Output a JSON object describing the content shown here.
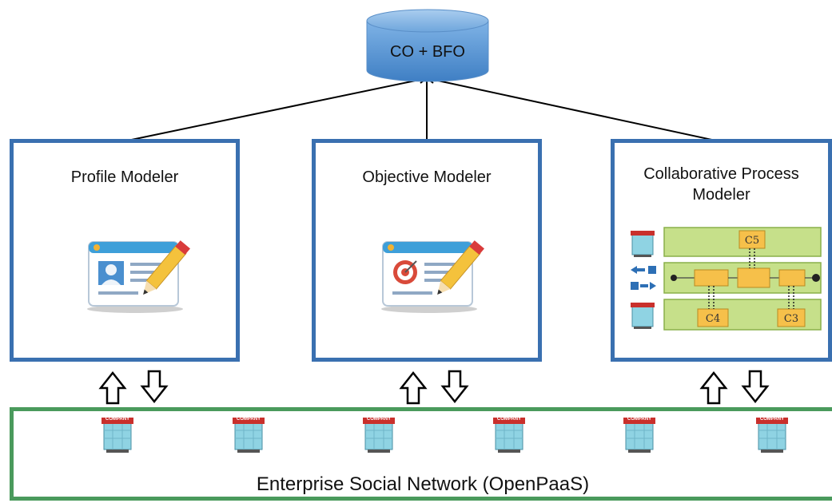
{
  "database": {
    "label": "CO + BFO"
  },
  "modelers": [
    {
      "title": "Profile Modeler"
    },
    {
      "title": "Objective Modeler"
    },
    {
      "title": "Collaborative Process Modeler"
    }
  ],
  "process_diagram": {
    "top_lane_box": "C5",
    "bottom_lane_boxes": [
      "C4",
      "C3"
    ]
  },
  "network": {
    "label": "Enterprise Social Network (OpenPaaS)",
    "building_label": "COMPANY"
  },
  "colors": {
    "modeler_border": "#3a70b0",
    "network_border": "#4a9a5c",
    "database_fill": "#5b9bd5",
    "lane_fill": "#c6e08a",
    "task_fill": "#f6c04a"
  },
  "icons": {
    "profile": "profile-card-pencil-icon",
    "objective": "target-card-pencil-icon",
    "building": "company-building-icon",
    "arrows": "bidirectional-exchange-arrows-icon"
  }
}
